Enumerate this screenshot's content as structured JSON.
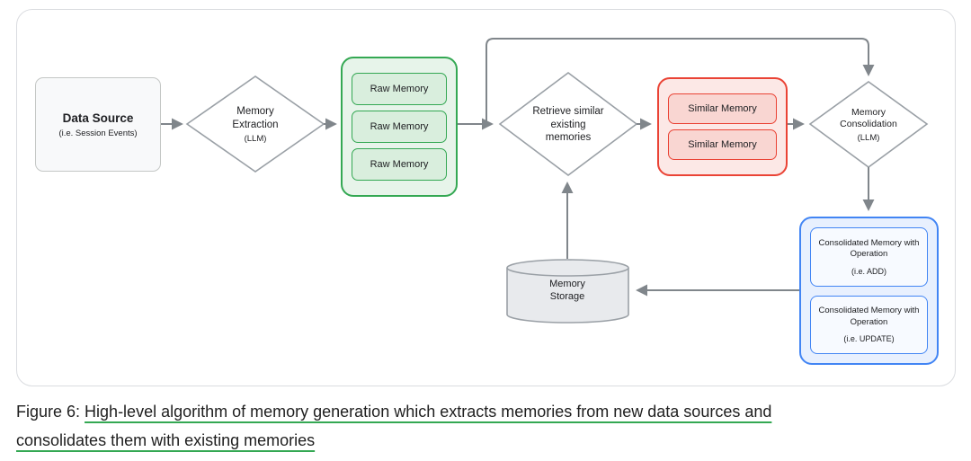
{
  "diagram": {
    "data_source": {
      "title": "Data Source",
      "subtitle": "(i.e. Session Events)"
    },
    "memory_extraction": {
      "title": "Memory Extraction",
      "subtitle": "(LLM)"
    },
    "raw_memories": [
      "Raw Memory",
      "Raw Memory",
      "Raw Memory"
    ],
    "retrieve": {
      "line1": "Retrieve similar",
      "line2": "existing",
      "line3": "memories"
    },
    "similar_memories": [
      "Similar Memory",
      "Similar Memory"
    ],
    "memory_consolidation": {
      "title": "Memory Consolidation",
      "subtitle": "(LLM)"
    },
    "consolidated": [
      {
        "title": "Consolidated Memory with Operation",
        "op": "(i.e. ADD)"
      },
      {
        "title": "Consolidated Memory with Operation",
        "op": "(i.e. UPDATE)"
      }
    ],
    "memory_storage": {
      "label": "Memory Storage"
    }
  },
  "caption": {
    "prefix": "Figure 6: ",
    "line1": "High-level algorithm of memory generation which extracts memories from new data sources and",
    "line2": "consolidates them with existing memories"
  },
  "colors": {
    "arrow": "#80868b",
    "green_border": "#34a853",
    "green_fill": "#e7f4ea",
    "red_border": "#ea4335",
    "red_fill": "#fce8e6",
    "blue_border": "#4285f4",
    "blue_fill": "#e8f0fe",
    "caption_underline": "#34a853"
  }
}
